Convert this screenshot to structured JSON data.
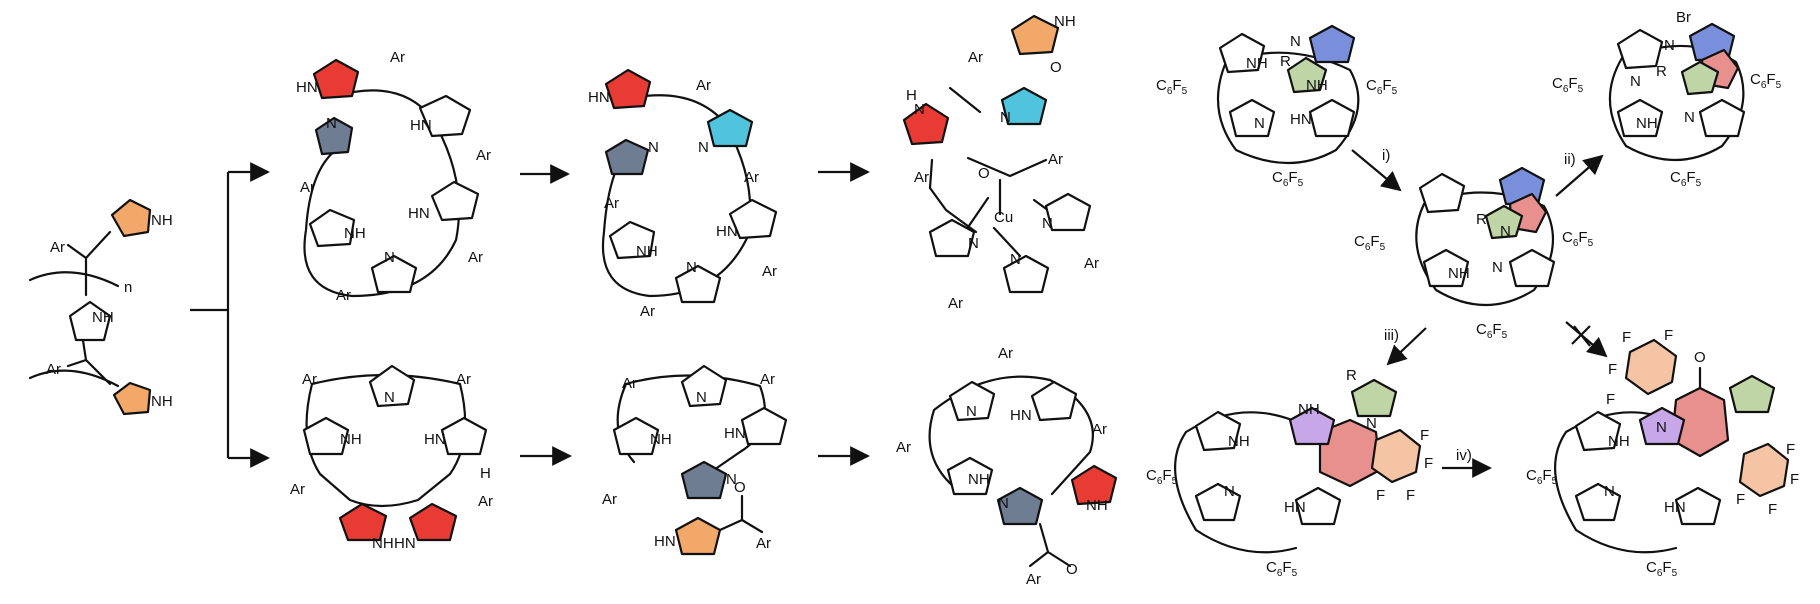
{
  "colors": {
    "red": "#e83b34",
    "slate": "#6f7d93",
    "orange": "#f2a869",
    "cyan": "#4fc4dc",
    "blue": "#7a8fdc",
    "green": "#bfd5a6",
    "rose": "#e8908e",
    "salmon": "#f4c4a4",
    "purple": "#c8a7e8"
  },
  "labels": {
    "ar": "Ar",
    "nh": "NH",
    "hn": "HN",
    "n": "N",
    "h": "H",
    "o": "O",
    "cu": "Cu",
    "r": "R",
    "br": "Br",
    "f": "F",
    "c6f5": "C6F5",
    "n_repeat": "n"
  },
  "steps": {
    "i": "i)",
    "ii": "ii)",
    "iii": "iii)",
    "iv": "iv)"
  }
}
